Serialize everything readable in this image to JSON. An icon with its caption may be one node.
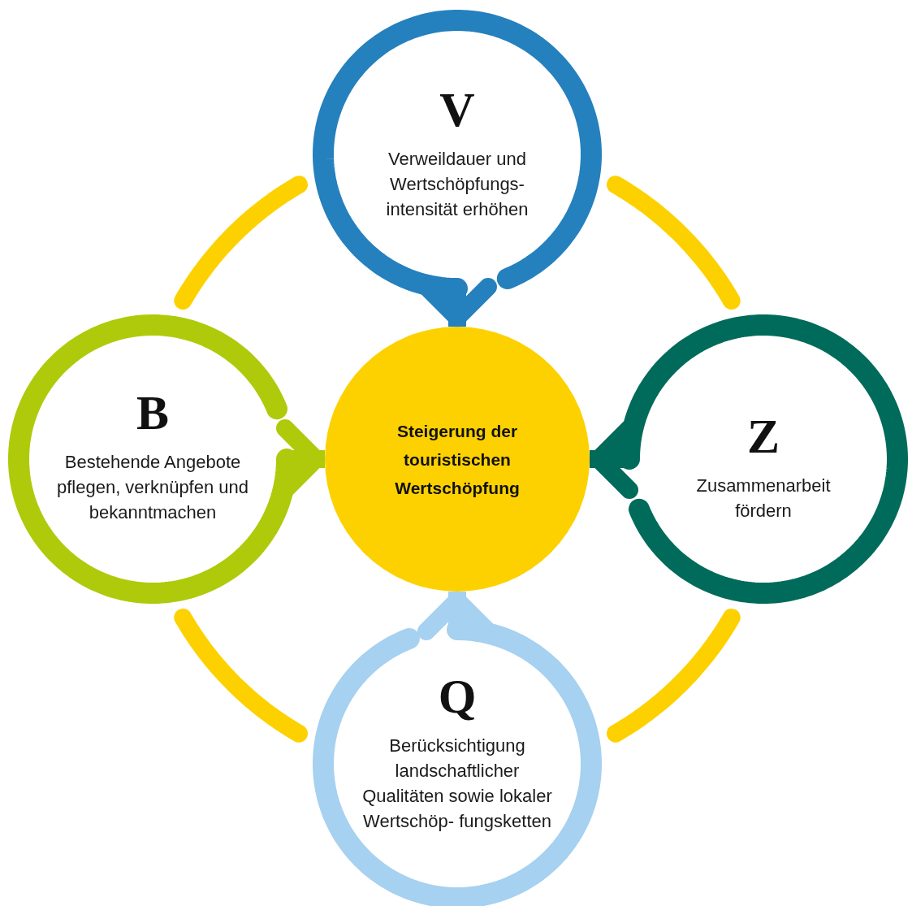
{
  "diagram": {
    "nodes": [
      {
        "text": [
          "V",
          "Verweildauer und Wertschöpfungs- intensität erhöhen"
        ]
      },
      {
        "text": [
          "B",
          "Bestehende Angebote pflegen, verknüpfen und bekanntmachen"
        ]
      },
      {
        "text": [
          "Steigerung der touristischen Wertschöpfung"
        ]
      },
      {
        "text": [
          "Z",
          "Zusammenarbeit fördern"
        ]
      },
      {
        "text": [
          "Q",
          "Berücksichtigung landschaftlicher Qualitäten sowie lokaler Wertschöp- fungsketten"
        ]
      }
    ],
    "edges": [
      {
        "from": 0,
        "to": 2,
        "arrow": "to",
        "color": "#2580be"
      },
      {
        "from": 1,
        "to": 2,
        "arrow": "to",
        "color": "#afca0b"
      },
      {
        "from": 3,
        "to": 2,
        "arrow": "to",
        "color": "#006b5a"
      },
      {
        "from": 4,
        "to": 2,
        "arrow": "to",
        "color": "#a6d1f0"
      },
      {
        "from": 0,
        "to": 3,
        "arrow": "none"
      },
      {
        "from": 3,
        "to": 4,
        "arrow": "none"
      },
      {
        "from": 4,
        "to": 1,
        "arrow": "none"
      },
      {
        "from": 1,
        "to": 0,
        "arrow": "none"
      }
    ]
  }
}
